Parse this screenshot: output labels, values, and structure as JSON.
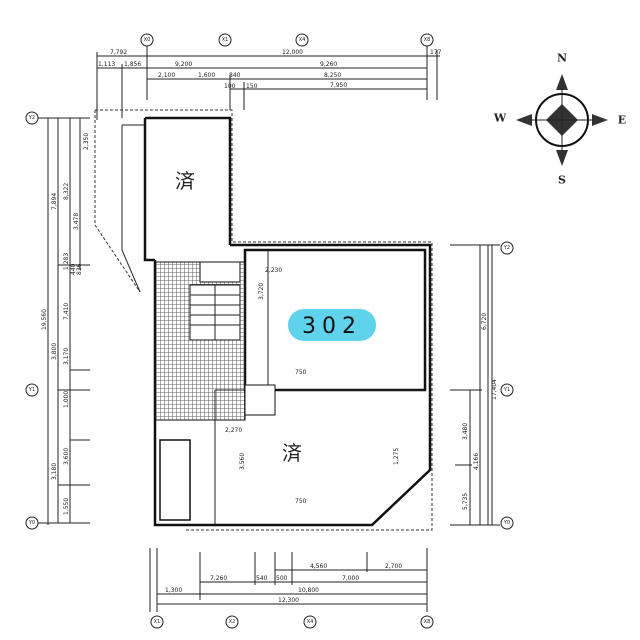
{
  "unit_label": "302",
  "highlight_color": "#5fd3ec",
  "room_marks": [
    "済",
    "済"
  ],
  "compass": {
    "n": "N",
    "s": "S",
    "e": "E",
    "w": "W"
  },
  "grid_labels": {
    "top": [
      "X0",
      "X1",
      "X4",
      "X8"
    ],
    "bottom": [
      "X1",
      "X2",
      "X4",
      "X8"
    ],
    "left": [
      "Y2",
      "Y1",
      "Y0"
    ],
    "right": [
      "Y2",
      "Y1",
      "Y0"
    ]
  },
  "dimensions": {
    "top": [
      "7,792",
      "12,000",
      "177",
      "1,113",
      "1,856",
      "9,200",
      "9,260",
      "2,100",
      "1,600",
      "840",
      "8,250",
      "100",
      "150",
      "7,950"
    ],
    "bottom": [
      "4,560",
      "2,700",
      "7,260",
      "540",
      "500",
      "7,000",
      "1,300",
      "10,800",
      "12,300"
    ],
    "left": [
      "19,560",
      "7,894",
      "2,350",
      "8,322",
      "3,478",
      "1,283",
      "440",
      "836",
      "7,410",
      "3,800",
      "3,170",
      "1,000",
      "3,180",
      "3,600",
      "1,550"
    ],
    "right": [
      "6,720",
      "17,404",
      "3,480",
      "4,166",
      "5,735"
    ],
    "interior": [
      "2,230",
      "3,720",
      "2,270",
      "3,560",
      "1,275",
      "750",
      "750"
    ]
  }
}
